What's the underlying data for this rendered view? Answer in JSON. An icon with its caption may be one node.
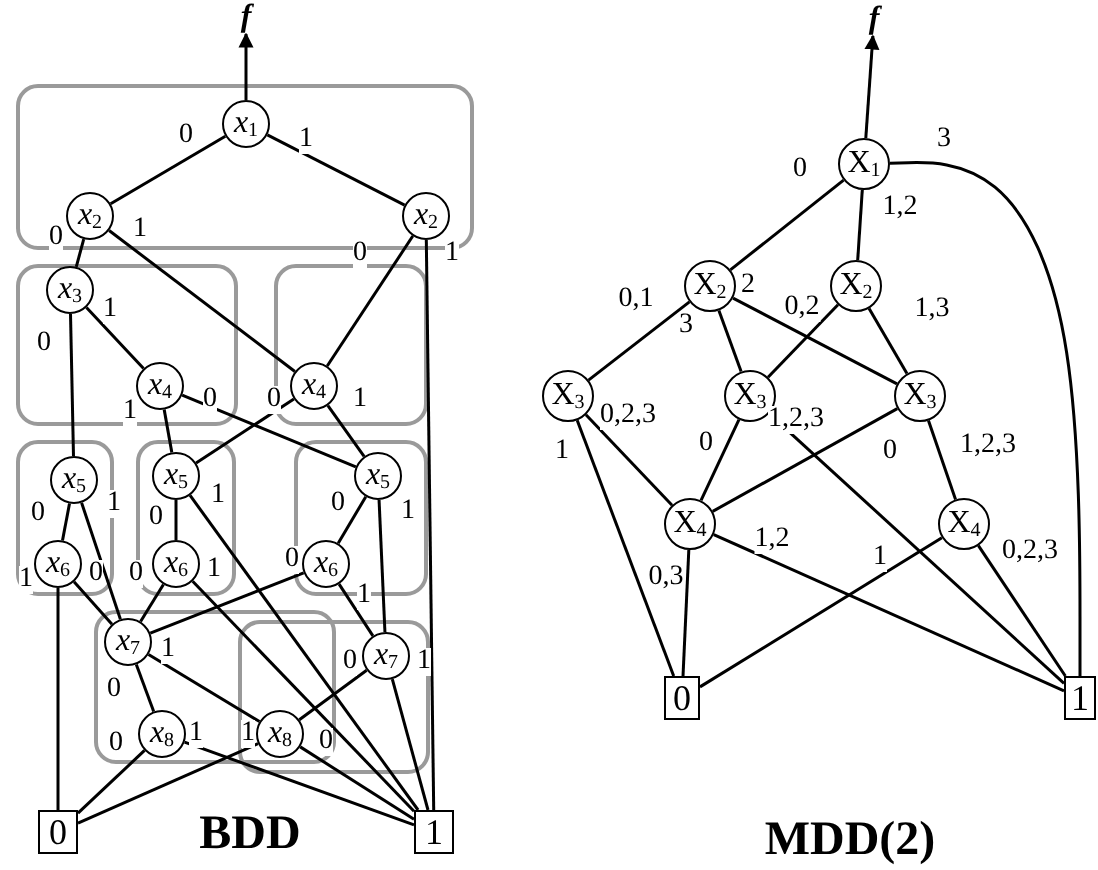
{
  "diagram": {
    "nodes": [
      {
        "text": [
          "f"
        ]
      },
      {
        "text": [],
        "shape": "box"
      },
      {
        "text": [
          "x$_{1}$"
        ],
        "in": 1
      },
      {
        "text": [
          "x$_{2}$"
        ],
        "in": 1
      },
      {
        "text": [
          "x$_{2}$"
        ],
        "in": 1
      },
      {
        "text": [],
        "shape": "box"
      },
      {
        "text": [
          "x$_{3}$"
        ],
        "in": 5
      },
      {
        "text": [
          "x$_{4}$"
        ],
        "in": 5
      },
      {
        "text": [],
        "shape": "box"
      },
      {
        "text": [
          "x$_{4}$"
        ],
        "in": 8
      },
      {
        "text": [],
        "shape": "box"
      },
      {
        "text": [
          "x$_{5}$"
        ],
        "in": 10
      },
      {
        "text": [
          "x$_{6}$"
        ],
        "in": 10
      },
      {
        "text": [],
        "shape": "box"
      },
      {
        "text": [
          "x$_{5}$"
        ],
        "in": 13
      },
      {
        "text": [
          "x$_{6}$"
        ],
        "in": 13
      },
      {
        "text": [],
        "shape": "box"
      },
      {
        "text": [
          "x$_{5}$"
        ],
        "in": 16
      },
      {
        "text": [
          "x$_{6}$"
        ],
        "in": 16
      },
      {
        "text": [],
        "shape": "box"
      },
      {
        "text": [
          "x$_{7}$"
        ],
        "in": 19
      },
      {
        "text": [
          "x$_{8}$"
        ],
        "in": 19
      },
      {
        "text": [],
        "shape": "box"
      },
      {
        "text": [
          "x$_{7}$"
        ],
        "in": 22
      },
      {
        "text": [
          "x$_{8}$"
        ]
      },
      {
        "text": [
          "0"
        ]
      },
      {
        "text": [
          "1"
        ]
      },
      {
        "text": [
          "f"
        ]
      },
      {
        "text": [
          "X$_{1}$"
        ]
      },
      {
        "text": [
          "X$_{2}$"
        ]
      },
      {
        "text": [
          "X$_{2}$"
        ]
      },
      {
        "text": [
          "X$_{3}$"
        ]
      },
      {
        "text": [
          "X$_{3}$"
        ]
      },
      {
        "text": [
          "X$_{3}$"
        ]
      },
      {
        "text": [
          "X$_{4}$"
        ]
      },
      {
        "text": [
          "X$_{4}$"
        ]
      },
      {
        "text": [
          "0"
        ]
      },
      {
        "text": [
          "1"
        ]
      }
    ],
    "edges": [
      {
        "from": 2,
        "to": 0,
        "arrow": "to"
      },
      {
        "from": 2,
        "to": 3,
        "label": "0",
        "arrow": "none"
      },
      {
        "from": 2,
        "to": 4,
        "label": "1",
        "arrow": "none"
      },
      {
        "from": 3,
        "to": 6,
        "label": "0",
        "arrow": "none"
      },
      {
        "from": 3,
        "to": 9,
        "label": "1",
        "arrow": "none"
      },
      {
        "from": 4,
        "to": 9,
        "label": "0",
        "arrow": "none"
      },
      {
        "from": 4,
        "to": 26,
        "label": "1",
        "arrow": "none"
      },
      {
        "from": 6,
        "to": 11,
        "label": "0",
        "arrow": "none"
      },
      {
        "from": 6,
        "to": 7,
        "label": "1",
        "arrow": "none"
      },
      {
        "from": 7,
        "to": 14,
        "label": "1",
        "arrow": "none"
      },
      {
        "from": 7,
        "to": 17,
        "label": "0",
        "arrow": "none"
      },
      {
        "from": 9,
        "to": 14,
        "label": "0",
        "arrow": "none"
      },
      {
        "from": 9,
        "to": 17,
        "label": "1",
        "arrow": "none"
      },
      {
        "from": 11,
        "to": 12,
        "label": "0",
        "arrow": "none"
      },
      {
        "from": 11,
        "to": 20,
        "label": "1",
        "arrow": "none"
      },
      {
        "from": 12,
        "to": 25,
        "label": "1",
        "arrow": "none"
      },
      {
        "from": 12,
        "to": 20,
        "label": "0",
        "arrow": "none"
      },
      {
        "from": 14,
        "to": 15,
        "label": "0",
        "arrow": "none"
      },
      {
        "from": 14,
        "to": 26,
        "label": "1",
        "arrow": "none"
      },
      {
        "from": 15,
        "to": 20,
        "label": "0",
        "arrow": "none"
      },
      {
        "from": 15,
        "to": 26,
        "label": "1",
        "arrow": "none"
      },
      {
        "from": 17,
        "to": 18,
        "label": "0",
        "arrow": "none"
      },
      {
        "from": 17,
        "to": 23,
        "label": "1",
        "arrow": "none"
      },
      {
        "from": 18,
        "to": 20,
        "label": "0",
        "arrow": "none"
      },
      {
        "from": 18,
        "to": 23,
        "label": "1",
        "arrow": "none"
      },
      {
        "from": 20,
        "to": 21,
        "label": "0",
        "arrow": "none"
      },
      {
        "from": 20,
        "to": 24,
        "label": "1",
        "arrow": "none"
      },
      {
        "from": 23,
        "to": 24,
        "label": "0",
        "arrow": "none"
      },
      {
        "from": 23,
        "to": 26,
        "label": "1",
        "arrow": "none"
      },
      {
        "from": 21,
        "to": 25,
        "label": "0",
        "arrow": "none"
      },
      {
        "from": 21,
        "to": 26,
        "label": "1",
        "arrow": "none"
      },
      {
        "from": 24,
        "to": 25,
        "label": "1",
        "arrow": "none"
      },
      {
        "from": 24,
        "to": 26,
        "label": "0",
        "arrow": "none"
      },
      {
        "from": 28,
        "to": 27,
        "arrow": "to"
      },
      {
        "from": 28,
        "to": 29,
        "label": "0",
        "arrow": "none"
      },
      {
        "from": 28,
        "to": 30,
        "label": "1,2",
        "arrow": "none"
      },
      {
        "from": 28,
        "to": 37,
        "label": "3",
        "arrow": "none"
      },
      {
        "from": 29,
        "to": 31,
        "label": "0,1",
        "arrow": "none"
      },
      {
        "from": 29,
        "to": 32,
        "label": "3",
        "arrow": "none"
      },
      {
        "from": 29,
        "to": 33,
        "label": "2",
        "arrow": "none"
      },
      {
        "from": 30,
        "to": 32,
        "label": "0,2",
        "arrow": "none"
      },
      {
        "from": 30,
        "to": 33,
        "label": "1,3",
        "arrow": "none"
      },
      {
        "from": 31,
        "to": 36,
        "label": "1",
        "arrow": "none"
      },
      {
        "from": 31,
        "to": 34,
        "label": "0,2,3",
        "arrow": "none"
      },
      {
        "from": 32,
        "to": 34,
        "label": "0",
        "arrow": "none"
      },
      {
        "from": 32,
        "to": 37,
        "label": "1,2,3",
        "arrow": "none"
      },
      {
        "from": 33,
        "to": 34,
        "label": "0",
        "arrow": "none"
      },
      {
        "from": 33,
        "to": 35,
        "label": "1,2,3",
        "arrow": "none"
      },
      {
        "from": 34,
        "to": 36,
        "label": "0,3",
        "arrow": "none"
      },
      {
        "from": 34,
        "to": 37,
        "label": "1,2",
        "arrow": "none"
      },
      {
        "from": 35,
        "to": 36,
        "label": "1",
        "arrow": "none"
      },
      {
        "from": 35,
        "to": 37,
        "label": "0,2,3",
        "arrow": "none"
      }
    ],
    "labels": [
      "BDD",
      "MDD(2)"
    ]
  }
}
